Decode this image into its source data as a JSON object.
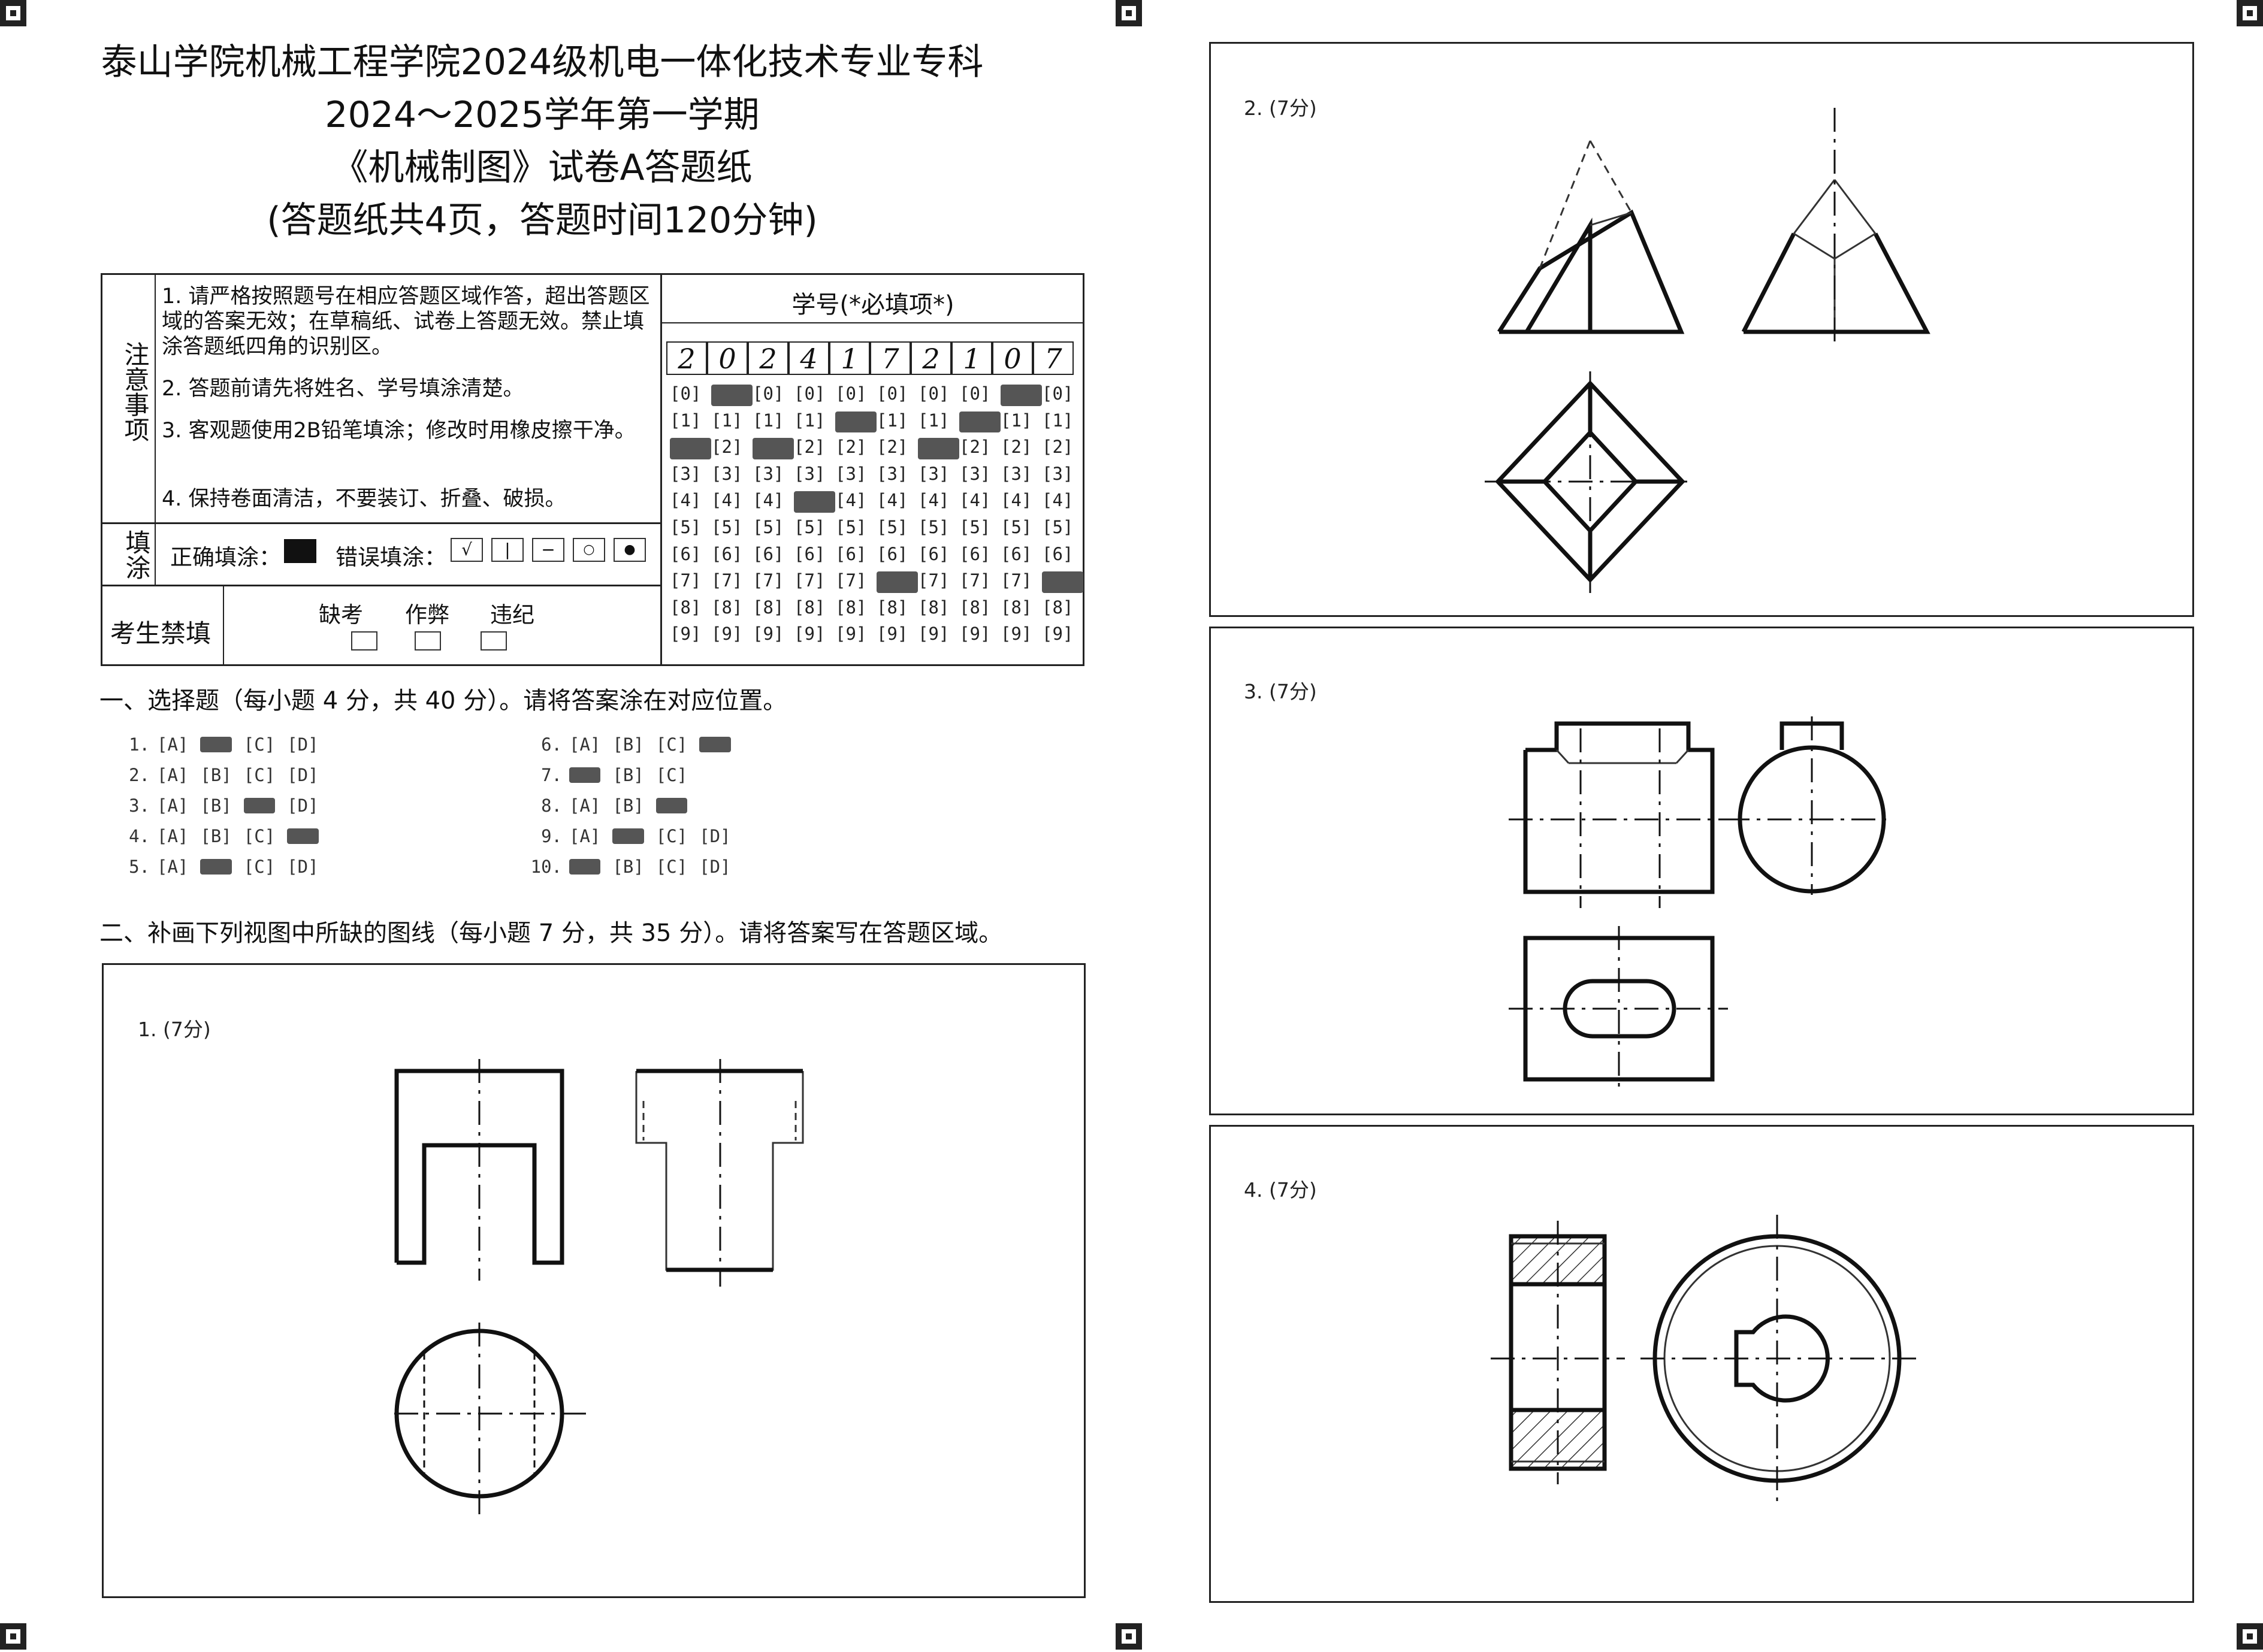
{
  "header": {
    "line1": "泰山学院机械工程学院2024级机电一体化技术专业专科",
    "line2": "2024～2025学年第一学期",
    "line3": "《机械制图》试卷A答题纸",
    "line4": "(答题纸共4页，答题时间120分钟)"
  },
  "notice": {
    "label": "注意事项",
    "items": [
      "1.  请严格按照题号在相应答题区域作答，超出答题区域的答案无效；在草稿纸、试卷上答题无效。禁止填涂答题纸四角的识别区。",
      "2.  答题前请先将姓名、学号填涂清楚。",
      "3.  客观题使用2B铅笔填涂；修改时用橡皮擦干净。",
      "4.  保持卷面清洁，不要装订、折叠、破损。"
    ]
  },
  "fill_guide": {
    "label": "填涂",
    "correct": "正确填涂：",
    "wrong": "错误填涂：",
    "wrong_marks": [
      "√",
      "|",
      "−",
      "○",
      "●"
    ]
  },
  "forbidden": {
    "label": "考生禁填",
    "options": [
      "缺考",
      "作弊",
      "违纪"
    ]
  },
  "student_id": {
    "title": "学号(*必填项*)",
    "digits": [
      "2",
      "0",
      "2",
      "4",
      "1",
      "7",
      "2",
      "1",
      "0",
      "7"
    ],
    "rows": [
      "[0]",
      "[1]",
      "[2]",
      "[3]",
      "[4]",
      "[5]",
      "[6]",
      "[7]",
      "[8]",
      "[9]"
    ]
  },
  "section1": {
    "title": "一、选择题（每小题 4 分，共 40 分）。请将答案涂在对应位置。",
    "questions": [
      {
        "num": "1.",
        "options": [
          "[A]",
          "[B]",
          "[C]",
          "[D]"
        ],
        "selected": 1
      },
      {
        "num": "2.",
        "options": [
          "[A]",
          "[B]",
          "[C]",
          "[D]"
        ],
        "selected": -1
      },
      {
        "num": "3.",
        "options": [
          "[A]",
          "[B]",
          "[C]",
          "[D]"
        ],
        "selected": 2
      },
      {
        "num": "4.",
        "options": [
          "[A]",
          "[B]",
          "[C]",
          "[D]"
        ],
        "selected": 3
      },
      {
        "num": "5.",
        "options": [
          "[A]",
          "[B]",
          "[C]",
          "[D]"
        ],
        "selected": 1
      },
      {
        "num": "6.",
        "options": [
          "[A]",
          "[B]",
          "[C]",
          "[D]"
        ],
        "selected": 3
      },
      {
        "num": "7.",
        "options": [
          "[A]",
          "[B]",
          "[C]"
        ],
        "selected": 0
      },
      {
        "num": "8.",
        "options": [
          "[A]",
          "[B]",
          "[C]"
        ],
        "selected": 2
      },
      {
        "num": "9.",
        "options": [
          "[A]",
          "[B]",
          "[C]",
          "[D]"
        ],
        "selected": 1
      },
      {
        "num": "10.",
        "options": [
          "[A]",
          "[B]",
          "[C]",
          "[D]"
        ],
        "selected": 0
      }
    ]
  },
  "section2": {
    "title": "二、补画下列视图中所缺的图线（每小题 7 分，共 35 分）。请将答案写在答题区域。",
    "q1_label": "1. (7分)",
    "q2_label": "2. (7分)",
    "q3_label": "3. (7分)",
    "q4_label": "4. (7分)"
  },
  "colors": {
    "ink": "#111111",
    "fill_mark": "#555555"
  }
}
